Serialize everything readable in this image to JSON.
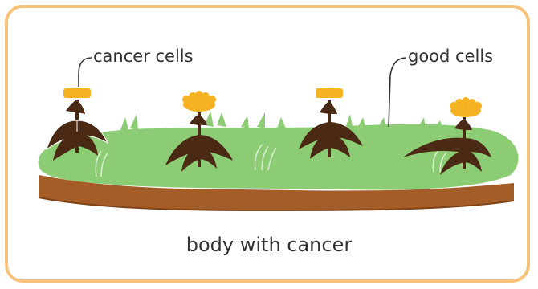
{
  "labels": {
    "cancer_cells": "cancer cells",
    "good_cells": "good cells"
  },
  "caption": "body with cancer",
  "colors": {
    "frame_border": "#f9c27a",
    "grass": "#8ccc74",
    "grass_dark": "#6fb65a",
    "soil": "#a45d27",
    "soil_dark": "#7f4318",
    "weed_leaf": "#4a2a14",
    "flower": "#f5b324",
    "text": "#333333"
  },
  "scene": {
    "weeds": [
      "weed-1",
      "weed-2",
      "weed-3",
      "weed-4"
    ],
    "flower_state": [
      "closed",
      "open",
      "closed",
      "open"
    ]
  }
}
